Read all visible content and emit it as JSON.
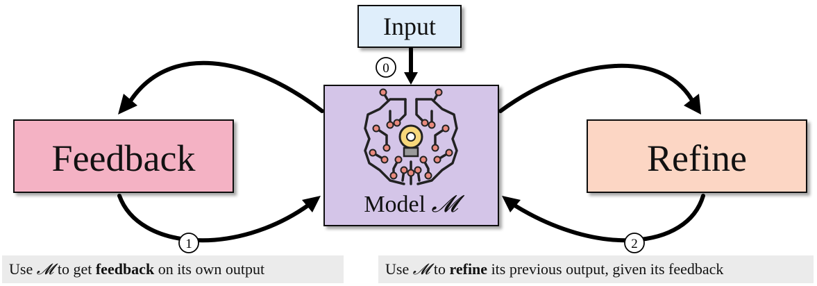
{
  "input": {
    "label": "Input"
  },
  "model": {
    "label_prefix": "Model ",
    "label_symbol": "𝓜"
  },
  "feedback": {
    "label": "Feedback"
  },
  "refine": {
    "label": "Refine"
  },
  "steps": {
    "zero": "0",
    "one": "1",
    "two": "2"
  },
  "captions": {
    "left": {
      "pre": "Use ",
      "symbol": "𝓜",
      "mid": " to get ",
      "bold": "feedback",
      "post": " on its own output"
    },
    "right": {
      "pre": "Use ",
      "symbol": "𝓜",
      "mid": " to ",
      "bold": "refine",
      "post": " its previous output, given its feedback"
    }
  },
  "colors": {
    "input_fill": "#dfeefb",
    "model_fill": "#d4c5e8",
    "feedback_fill": "#f4b2c4",
    "refine_fill": "#fcd6c4",
    "caption_bg": "#ebebeb",
    "icon_lines": "#222222",
    "icon_nodes": "#e98a7e",
    "bulb": "#f7d77b"
  },
  "icons": {
    "model_icon": "brain-circuit-lightbulb-icon"
  }
}
